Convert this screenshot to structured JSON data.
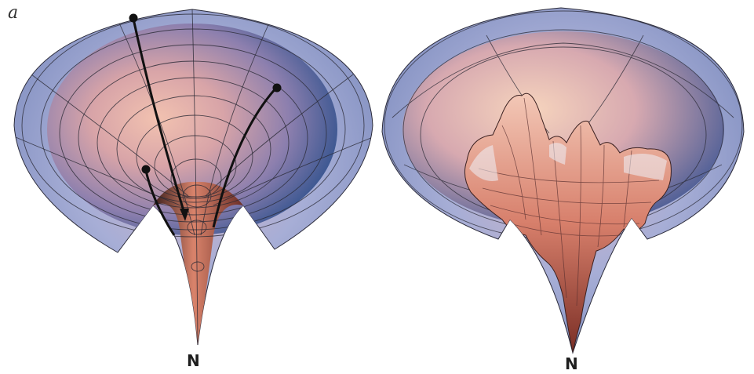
{
  "figure": {
    "panel_label": "a",
    "left_funnel": {
      "bottom_label": "N",
      "colors": {
        "rim": "#8f9dc9",
        "interior_warm": "#e8a99a",
        "interior_cool": "#3f5f9f",
        "tip": "#b4533d"
      },
      "trajectories": 3
    },
    "right_funnel": {
      "bottom_label": "N",
      "colors": {
        "rim": "#9aa7cf",
        "interior_warm": "#f0c5ad",
        "rugged": "#cf7a66",
        "tip": "#a84a38"
      }
    }
  }
}
